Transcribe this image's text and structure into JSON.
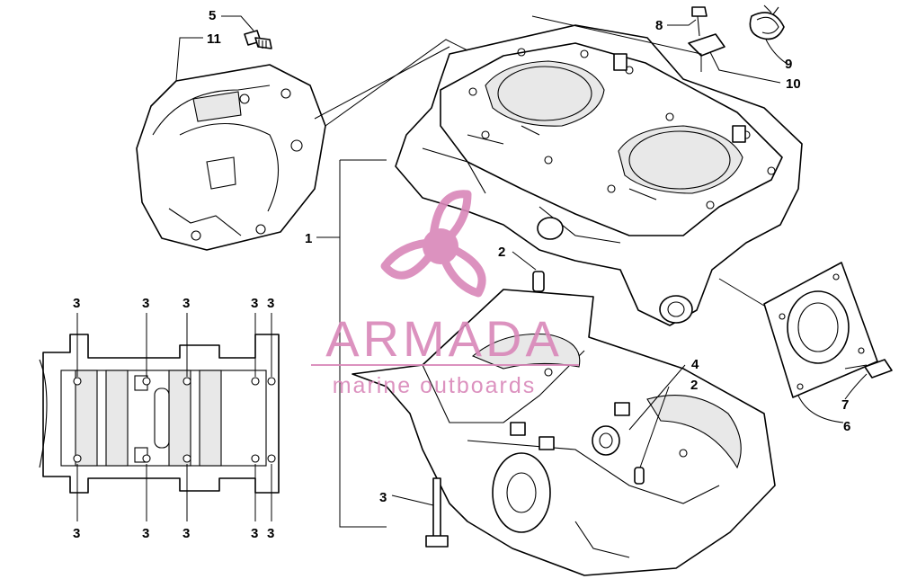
{
  "callouts": [
    {
      "id": "c5",
      "text": "5"
    },
    {
      "id": "c11",
      "text": "11"
    },
    {
      "id": "c8",
      "text": "8"
    },
    {
      "id": "c9",
      "text": "9"
    },
    {
      "id": "c10",
      "text": "10"
    },
    {
      "id": "c1",
      "text": "1"
    },
    {
      "id": "c2a",
      "text": "2"
    },
    {
      "id": "c2b",
      "text": "2"
    },
    {
      "id": "c4",
      "text": "4"
    },
    {
      "id": "c7",
      "text": "7"
    },
    {
      "id": "c6",
      "text": "6"
    },
    {
      "id": "c3bolt",
      "text": "3"
    }
  ],
  "pattern_labels": {
    "top": [
      "3",
      "3",
      "3",
      "3",
      "3"
    ],
    "bottom": [
      "3",
      "3",
      "3",
      "3",
      "3"
    ]
  },
  "watermark": {
    "title": "ARMADA",
    "subtitle": "marine outboards",
    "color": "#d987b9"
  }
}
